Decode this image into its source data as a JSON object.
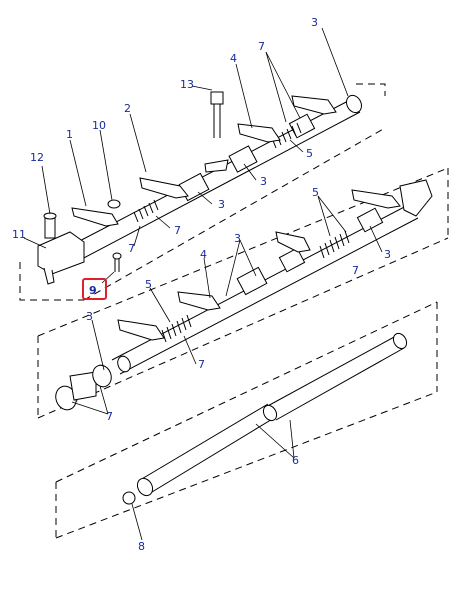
{
  "callouts": {
    "c1": "1",
    "c2": "2",
    "c3a": "3",
    "c3b": "3",
    "c3c": "3",
    "c3d": "3",
    "c3e": "3",
    "c3f": "3",
    "c4a": "4",
    "c4b": "4",
    "c5a": "5",
    "c5b": "5",
    "c5c": "5",
    "c6": "6",
    "c7a": "7",
    "c7b": "7",
    "c7c": "7",
    "c7d": "7",
    "c7e": "7",
    "c7f": "7",
    "c8": "8",
    "c9": "9",
    "c10": "10",
    "c11": "11",
    "c12": "12",
    "c13": "13"
  },
  "highlight": {
    "label": "9",
    "color": "#e0202a"
  },
  "label_color": "#1a2a9c"
}
